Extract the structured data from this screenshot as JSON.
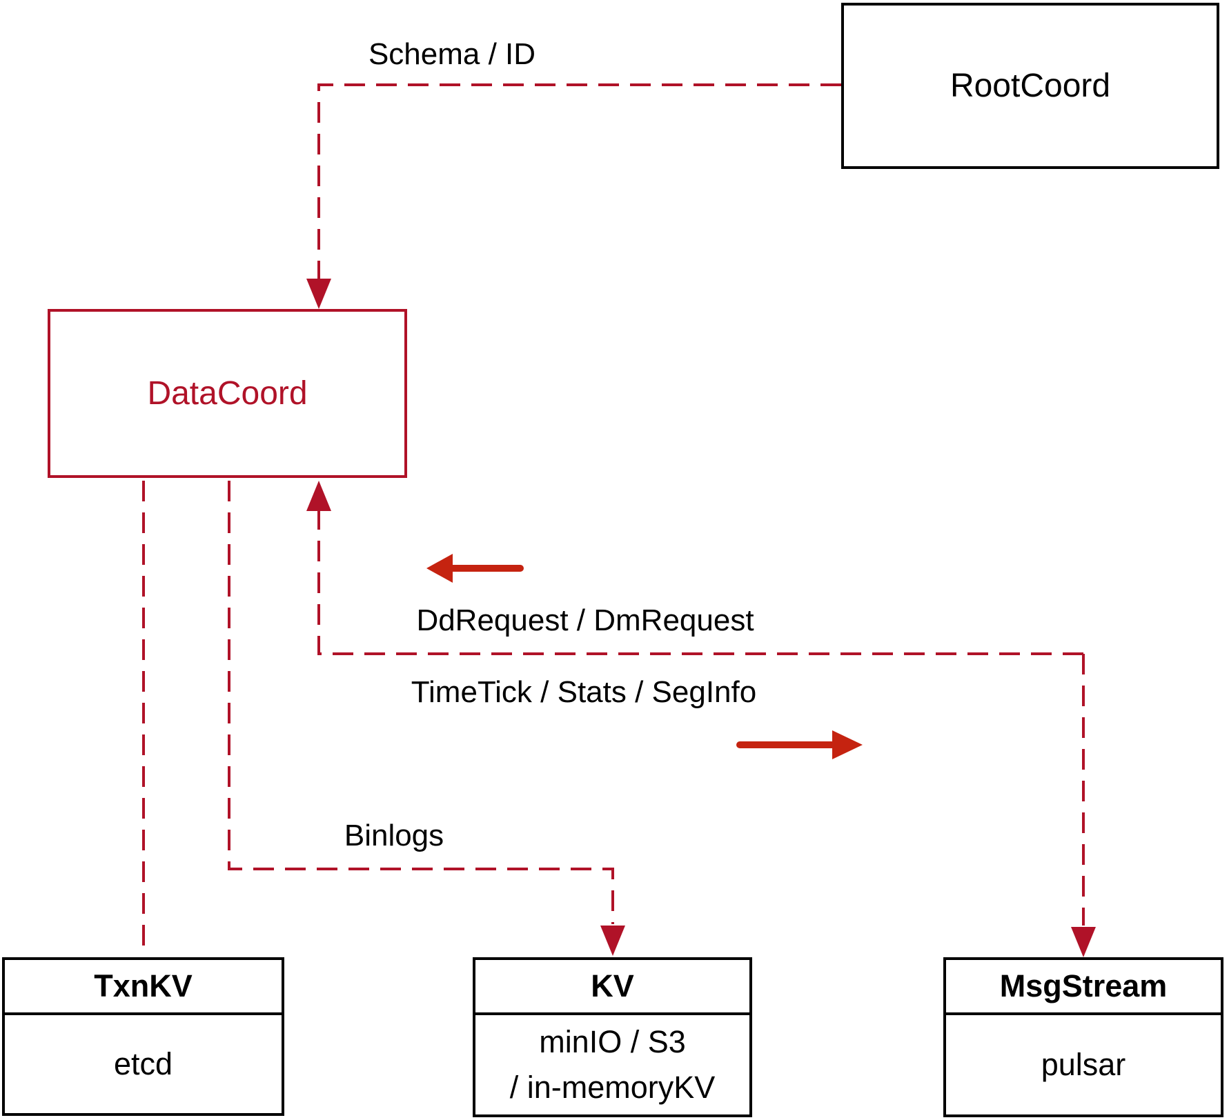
{
  "colors": {
    "background": "#ffffff",
    "ink": "#000000",
    "crimson": "#b01228",
    "arrow_red": "#c52310"
  },
  "nodes": {
    "rootcoord": {
      "label": "RootCoord"
    },
    "datacoord": {
      "label": "DataCoord"
    },
    "txnkv": {
      "title": "TxnKV",
      "body_lines": [
        "etcd"
      ]
    },
    "kv": {
      "title": "KV",
      "body_lines": [
        "minIO / S3",
        "/ in-memoryKV"
      ]
    },
    "msgstream": {
      "title": "MsgStream",
      "body_lines": [
        "pulsar"
      ]
    }
  },
  "edge_labels": {
    "schema_id": "Schema / ID",
    "dd_request": "DdRequest / DmRequest",
    "time_tick": "TimeTick / Stats / SegInfo",
    "binlogs": "Binlogs"
  },
  "edges": [
    {
      "from": "rootcoord",
      "to": "datacoord",
      "label": "Schema / ID",
      "style": "dashed",
      "arrow": "into-datacoord-top"
    },
    {
      "from": "datacoord",
      "to": "txnkv",
      "label": "",
      "style": "dashed",
      "arrow": "none"
    },
    {
      "from": "datacoord",
      "to": "kv",
      "label": "Binlogs",
      "style": "dashed",
      "arrow": "into-kv-top"
    },
    {
      "from": "msgstream",
      "to": "datacoord",
      "label": "DdRequest / DmRequest",
      "style": "dashed",
      "arrow": "into-datacoord-bottom"
    },
    {
      "from": "datacoord",
      "to": "msgstream",
      "label": "TimeTick / Stats / SegInfo",
      "style": "dashed",
      "arrow": "into-msgstream-top"
    }
  ]
}
